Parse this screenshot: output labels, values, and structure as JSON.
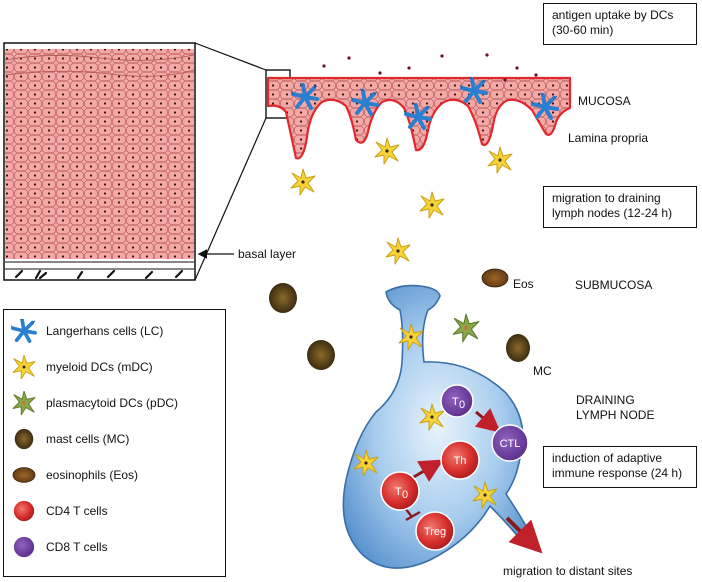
{
  "boxes": {
    "uptake": [
      "antigen uptake by DCs",
      "(30-60 min)"
    ],
    "migration": [
      "migration to draining",
      "lymph nodes (12-24 h)"
    ],
    "induction": [
      "induction of adaptive",
      "immune response (24 h)"
    ]
  },
  "labels": {
    "mucosa": "MUCOSA",
    "lamina_propria": "Lamina propria",
    "basal_layer": "basal layer",
    "eos": "Eos",
    "submucosa": "SUBMUCOSA",
    "mc": "MC",
    "draining_line1": "DRAINING",
    "draining_line2": "LYMPH NODE",
    "distant": "migration to distant sites"
  },
  "node_cells": {
    "t0_top": "T",
    "t0_left": "T",
    "t0_sub": "0",
    "ctl": "CTL",
    "th": "Th",
    "treg": "Treg"
  },
  "legend": [
    {
      "icon": "langerhans-cell-icon",
      "label": "Langerhans cells (LC)"
    },
    {
      "icon": "myeloid-dc-icon",
      "label": "myeloid DCs (mDC)"
    },
    {
      "icon": "plasmacytoid-dc-icon",
      "label": "plasmacytoid DCs (pDC)"
    },
    {
      "icon": "mast-cell-icon",
      "label": "mast cells (MC)"
    },
    {
      "icon": "eosinophil-icon",
      "label": "eosinophils (Eos)"
    },
    {
      "icon": "cd4-t-cell-icon",
      "label": "CD4 T cells"
    },
    {
      "icon": "cd8-t-cell-icon",
      "label": "CD8 T cells"
    }
  ],
  "colors": {
    "epithelium": "#f4a9a6",
    "epithelium_edge": "#e0282f",
    "langerhans": "#2b7fd0",
    "myeloid": "#f6d33a",
    "plasmacytoid": "#8aa84a",
    "mast_cell": "#4a3418",
    "eosinophil": "#7a4a18",
    "cd4": "#d8302e",
    "cd8": "#6a3c9a",
    "lymph_node": "#7aaee0",
    "arrow": "#c0202a"
  }
}
